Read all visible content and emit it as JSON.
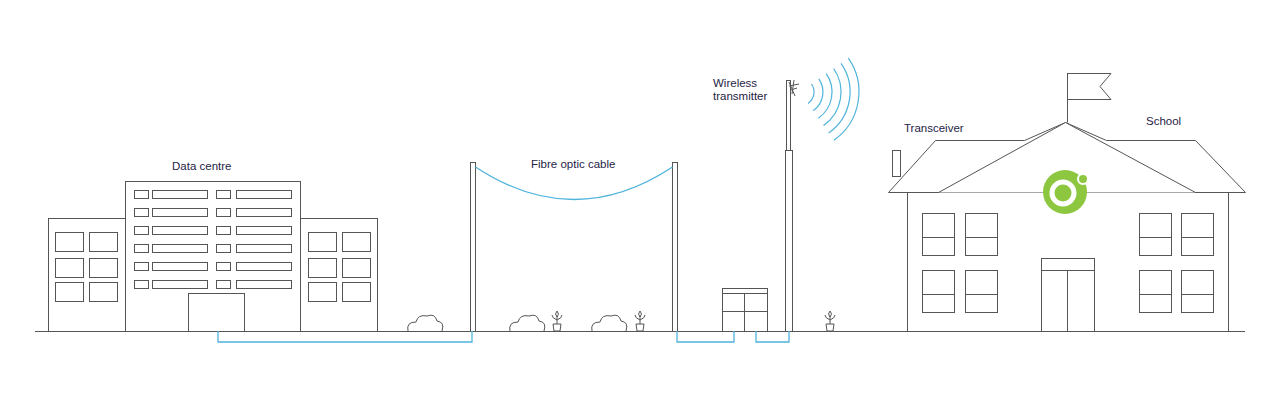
{
  "diagram": {
    "labels": [
      "Data centre",
      "Fibre optic cable",
      "Wireless transmitter",
      "Transceiver",
      "School"
    ]
  }
}
